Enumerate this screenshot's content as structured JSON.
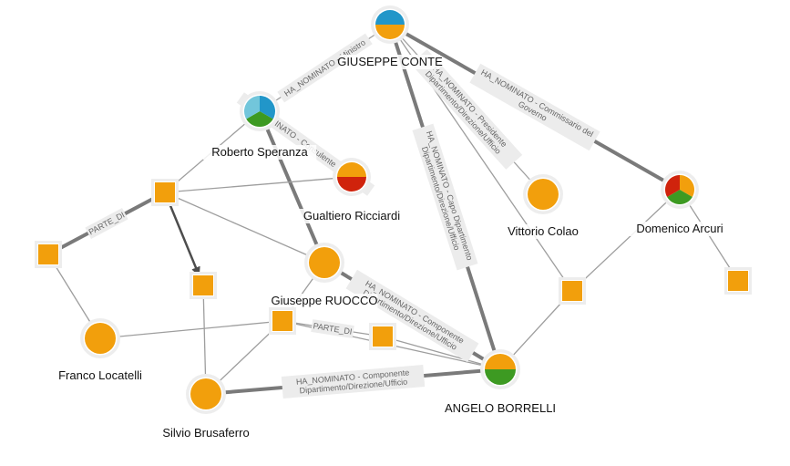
{
  "colors": {
    "orange": "#f29f0c",
    "blue": "#2196c9",
    "light_blue": "#72c6db",
    "green": "#3d9a22",
    "red": "#d0230c",
    "edge": "#9e9e9e"
  },
  "nodes": [
    {
      "id": "conte",
      "label": "GIUSEPPE CONTE",
      "shape": "pie",
      "colors": [
        "blue",
        "orange"
      ]
    },
    {
      "id": "speranza",
      "label": "Roberto Speranza",
      "shape": "pie",
      "colors": [
        "blue",
        "green",
        "light_blue"
      ]
    },
    {
      "id": "ricciardi",
      "label": "Gualtiero Ricciardi",
      "shape": "pie",
      "colors": [
        "orange",
        "red"
      ]
    },
    {
      "id": "colao",
      "label": "Vittorio Colao",
      "shape": "circle",
      "colors": [
        "orange"
      ]
    },
    {
      "id": "arcuri",
      "label": "Domenico Arcuri",
      "shape": "pie",
      "colors": [
        "orange",
        "green",
        "red"
      ]
    },
    {
      "id": "ruocco",
      "label": "Giuseppe RUOCCO",
      "shape": "circle",
      "colors": [
        "orange"
      ]
    },
    {
      "id": "borrelli",
      "label": "ANGELO BORRELLI",
      "shape": "pie",
      "colors": [
        "orange",
        "green"
      ]
    },
    {
      "id": "locatelli",
      "label": "Franco Locatelli",
      "shape": "circle",
      "colors": [
        "orange"
      ]
    },
    {
      "id": "brusaferro",
      "label": "Silvio Brusaferro",
      "shape": "circle",
      "colors": [
        "orange"
      ]
    },
    {
      "id": "sq1",
      "label": "",
      "shape": "square",
      "colors": [
        "orange"
      ]
    },
    {
      "id": "sq2",
      "label": "",
      "shape": "square",
      "colors": [
        "orange"
      ]
    },
    {
      "id": "sq3",
      "label": "",
      "shape": "square",
      "colors": [
        "orange"
      ]
    },
    {
      "id": "sq4",
      "label": "",
      "shape": "square",
      "colors": [
        "orange"
      ]
    },
    {
      "id": "sq5",
      "label": "",
      "shape": "square",
      "colors": [
        "orange"
      ]
    },
    {
      "id": "sq6",
      "label": "",
      "shape": "square",
      "colors": [
        "orange"
      ]
    },
    {
      "id": "sq7",
      "label": "",
      "shape": "square",
      "colors": [
        "orange"
      ]
    },
    {
      "id": "sq8",
      "label": "",
      "shape": "square",
      "colors": [
        "orange"
      ]
    }
  ],
  "edges": [
    {
      "from": "conte",
      "to": "speranza",
      "style": "thin",
      "label": [
        "HA_NOMINATO - Ministro"
      ]
    },
    {
      "from": "conte",
      "to": "colao",
      "style": "thin",
      "label": [
        "HA_NOMINATO - Presidente",
        "Dipartimento/Direzione/Ufficio"
      ]
    },
    {
      "from": "conte",
      "to": "arcuri",
      "style": "thick",
      "label": [
        "HA_NOMINATO - Commissario del",
        "Governo"
      ]
    },
    {
      "from": "conte",
      "to": "borrelli",
      "style": "thick",
      "label": [
        "HA_NOMINATO - Capo Dipartimento",
        "Dipartimento/Direzione/Ufficio"
      ]
    },
    {
      "from": "conte",
      "to": "sq7",
      "style": "thin",
      "label": []
    },
    {
      "from": "speranza",
      "to": "ricciardi",
      "style": "thick",
      "label": [
        "HA_NOMINATO - Consulente Ministero"
      ]
    },
    {
      "from": "speranza",
      "to": "ruocco",
      "style": "thick",
      "label": []
    },
    {
      "from": "speranza",
      "to": "sq1",
      "style": "thin",
      "label": []
    },
    {
      "from": "sq1",
      "to": "ricciardi",
      "style": "thin",
      "label": []
    },
    {
      "from": "sq1",
      "to": "sq2",
      "style": "thick",
      "label": [
        "PARTE_DI"
      ]
    },
    {
      "from": "sq1",
      "to": "sq3",
      "style": "arrow",
      "label": []
    },
    {
      "from": "sq1",
      "to": "ruocco",
      "style": "thin",
      "label": []
    },
    {
      "from": "sq2",
      "to": "locatelli",
      "style": "thin",
      "label": []
    },
    {
      "from": "sq3",
      "to": "brusaferro",
      "style": "thin",
      "label": []
    },
    {
      "from": "ruocco",
      "to": "sq4",
      "style": "thin",
      "label": []
    },
    {
      "from": "ruocco",
      "to": "borrelli",
      "style": "thick",
      "label": [
        "HA_NOMINATO - Componente",
        "Dipartimento/Direzione/Ufficio"
      ]
    },
    {
      "from": "sq4",
      "to": "locatelli",
      "style": "thin",
      "label": []
    },
    {
      "from": "sq4",
      "to": "brusaferro",
      "style": "thin",
      "label": []
    },
    {
      "from": "sq4",
      "to": "sq5",
      "style": "thin",
      "label": [
        "PARTE_DI"
      ]
    },
    {
      "from": "sq5",
      "to": "borrelli",
      "style": "thin",
      "label": []
    },
    {
      "from": "sq4",
      "to": "borrelli",
      "style": "thin",
      "label": []
    },
    {
      "from": "brusaferro",
      "to": "borrelli",
      "style": "thick",
      "label": [
        "HA_NOMINATO - Componente",
        "Dipartimento/Direzione/Ufficio"
      ]
    },
    {
      "from": "sq7",
      "to": "borrelli",
      "style": "thin",
      "label": []
    },
    {
      "from": "sq7",
      "to": "arcuri",
      "style": "thin",
      "label": []
    },
    {
      "from": "arcuri",
      "to": "sq8",
      "style": "thin",
      "label": []
    }
  ]
}
